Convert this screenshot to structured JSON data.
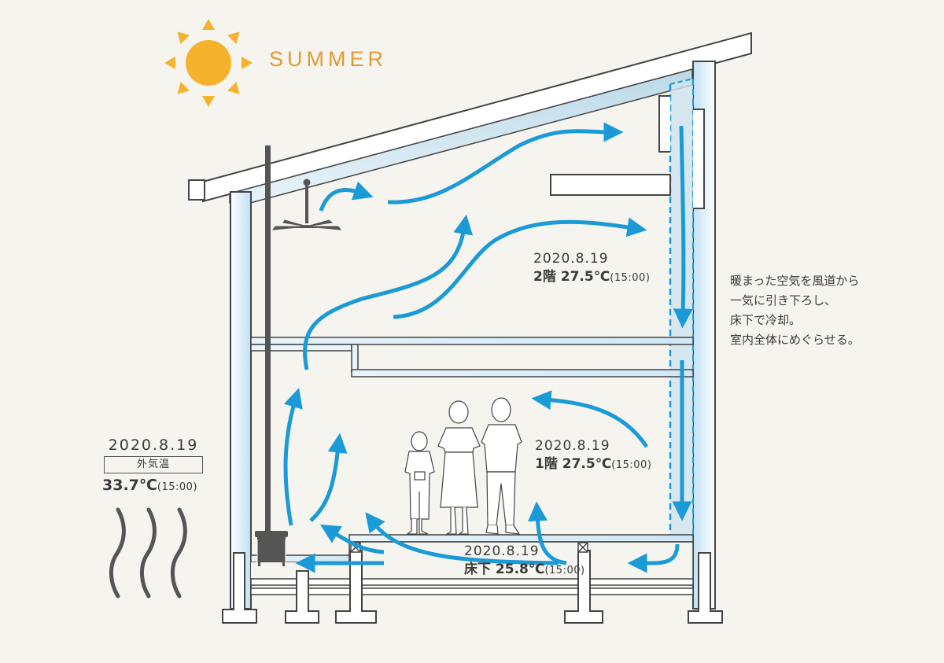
{
  "header": {
    "season": "SUMMER",
    "sun_icon": "sun-icon"
  },
  "readings": {
    "second_floor": {
      "date": "2020.8.19",
      "place": "2階",
      "temp": "27.5℃",
      "time": "(15:00)"
    },
    "first_floor": {
      "date": "2020.8.19",
      "place": "1階",
      "temp": "27.5℃",
      "time": "(15:00)"
    },
    "underfloor": {
      "date": "2020.8.19",
      "place": "床下",
      "temp": "25.8℃",
      "time": "(15:00)"
    },
    "outside": {
      "date": "2020.8.19",
      "label": "外気温",
      "temp": "33.7℃",
      "time": "(15:00)"
    }
  },
  "explanation": [
    "暖まった空気を風道から",
    "一気に引き下ろし、",
    "床下で冷却。",
    "室内全体にめぐらせる。"
  ],
  "colors": {
    "background": "#f6f4ee",
    "airflow": "#1a9ad6",
    "sun": "#f5b22c",
    "title": "#e39a34",
    "insulation": "#d6ebf7",
    "line": "#444444"
  },
  "icons": {
    "ceiling_fan": "ceiling-fan-icon",
    "wood_stove": "wood-stove-icon",
    "heat_waves": "heat-waves-icon",
    "family": "family-figures"
  }
}
